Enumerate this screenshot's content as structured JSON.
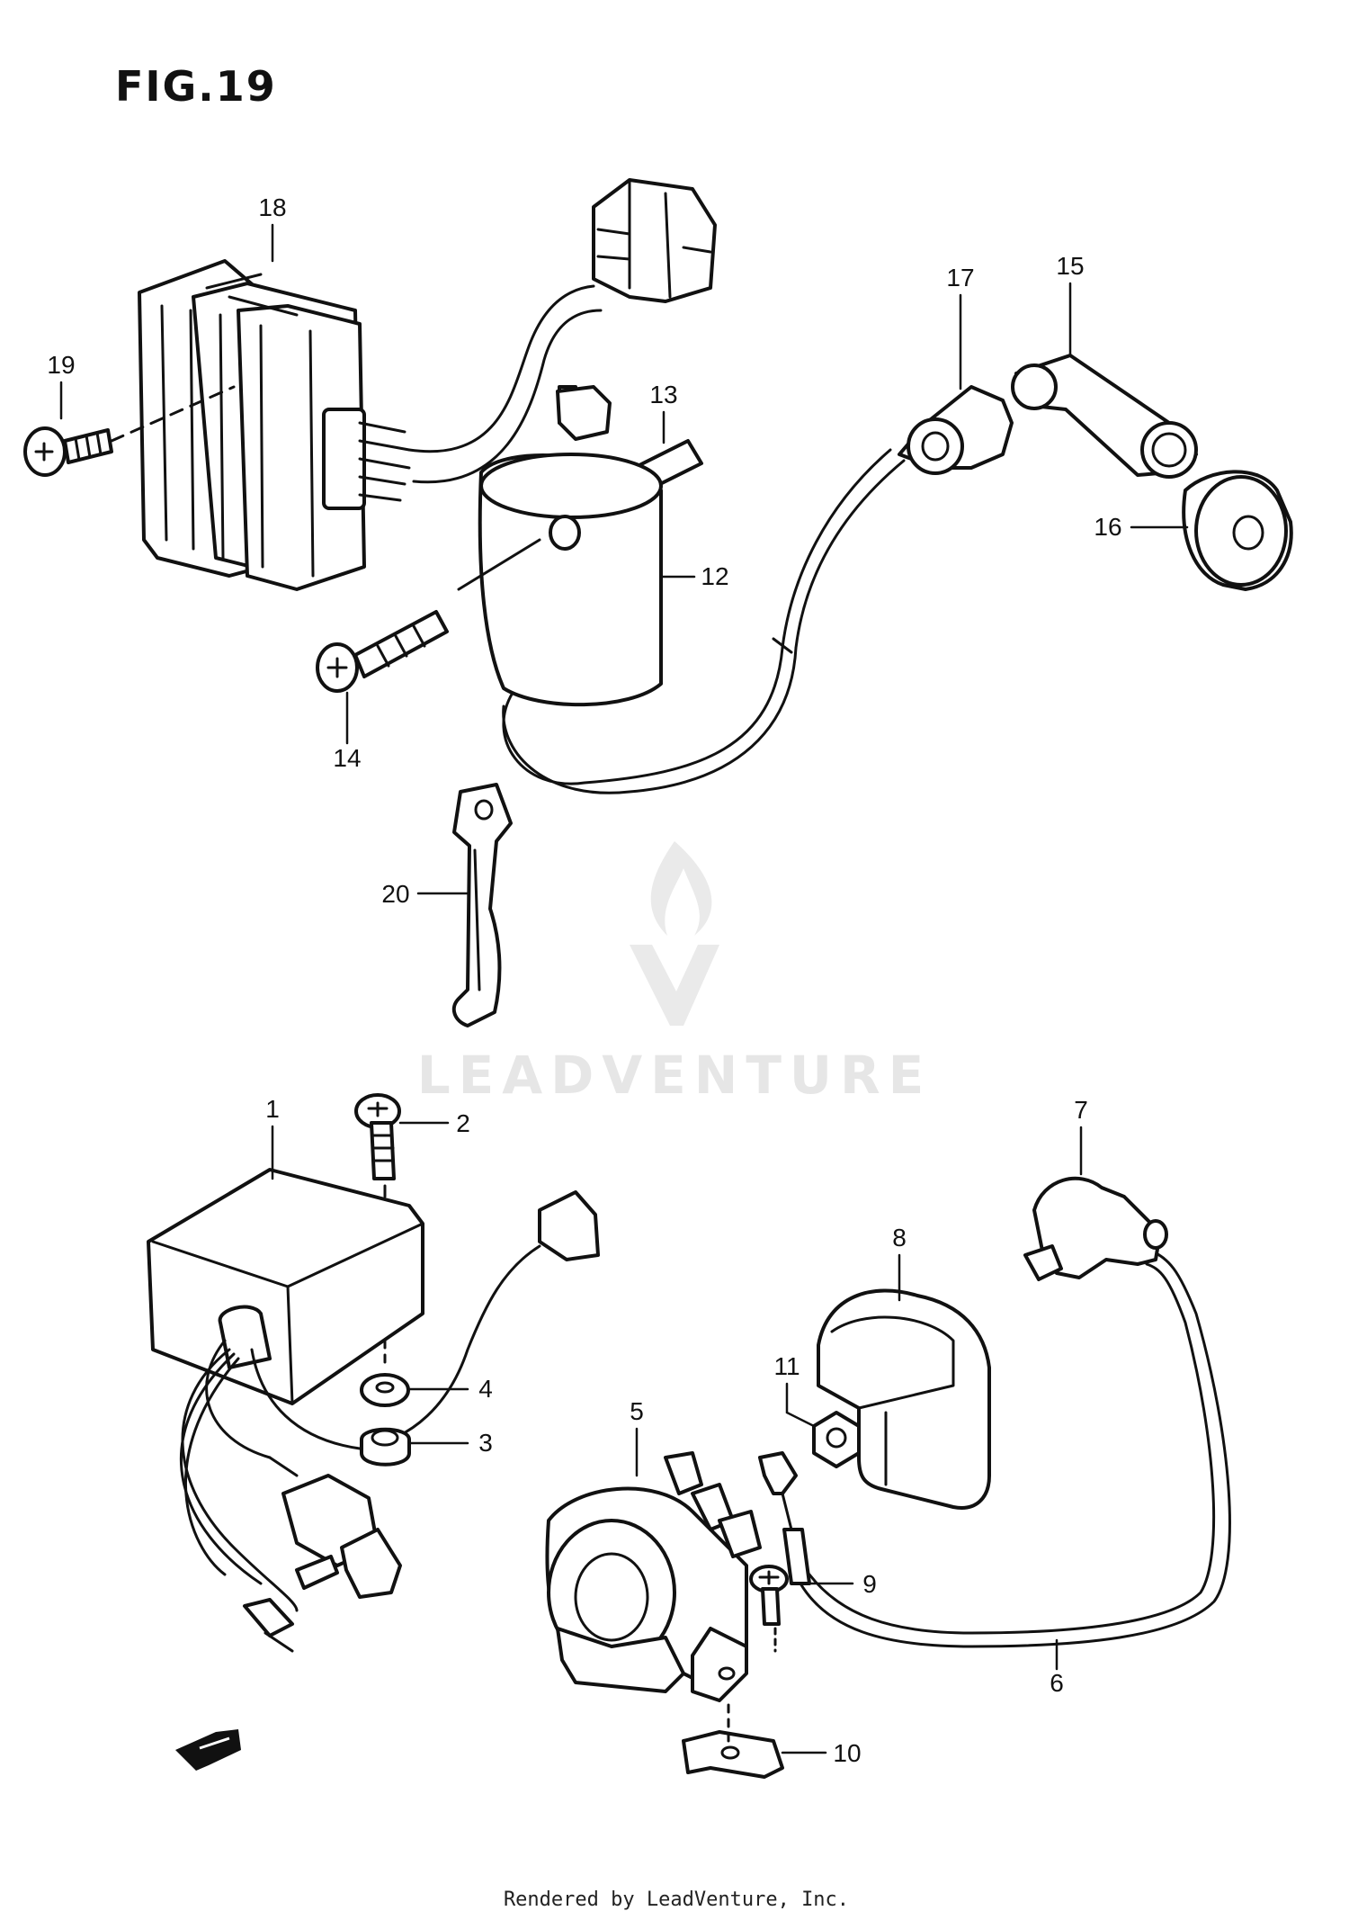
{
  "figure": {
    "title": "FIG.19"
  },
  "watermark": {
    "brand": "LEADVENTURE"
  },
  "footer": {
    "credit": "Rendered by LeadVenture, Inc."
  },
  "callouts": [
    {
      "id": "c1",
      "label": "1"
    },
    {
      "id": "c2",
      "label": "2"
    },
    {
      "id": "c3",
      "label": "3"
    },
    {
      "id": "c4",
      "label": "4"
    },
    {
      "id": "c5",
      "label": "5"
    },
    {
      "id": "c6",
      "label": "6"
    },
    {
      "id": "c7",
      "label": "7"
    },
    {
      "id": "c8",
      "label": "8"
    },
    {
      "id": "c9",
      "label": "9"
    },
    {
      "id": "c10",
      "label": "10"
    },
    {
      "id": "c11",
      "label": "11"
    },
    {
      "id": "c12",
      "label": "12"
    },
    {
      "id": "c13",
      "label": "13"
    },
    {
      "id": "c14",
      "label": "14"
    },
    {
      "id": "c15",
      "label": "15"
    },
    {
      "id": "c16",
      "label": "16"
    },
    {
      "id": "c17",
      "label": "17"
    },
    {
      "id": "c18",
      "label": "18"
    },
    {
      "id": "c19",
      "label": "19"
    },
    {
      "id": "c20",
      "label": "20"
    }
  ]
}
